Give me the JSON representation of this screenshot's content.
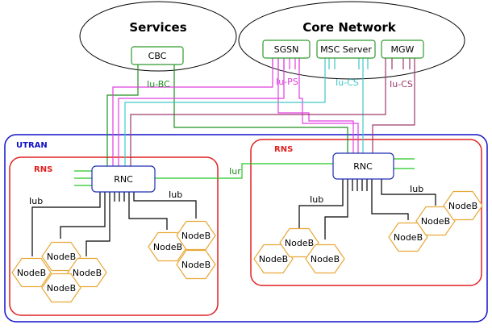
{
  "clouds": {
    "services": "Services",
    "core": "Core Network"
  },
  "nodes": {
    "cbc": "CBC",
    "sgsn": "SGSN",
    "msc": "MSC Server",
    "mgw": "MGW",
    "rnc": "RNC",
    "nodeb": "NodeB"
  },
  "regions": {
    "utran": "UTRAN",
    "rns": "RNS"
  },
  "interfaces": {
    "iu_bc": "Iu-BC",
    "iu_ps": "Iu-PS",
    "iu_cs": "Iu-CS",
    "iur": "Iur",
    "iub": "Iub"
  },
  "colors": {
    "utran_border": "#1010c8",
    "rns_border": "#e02020",
    "node_fill": "#ffffff",
    "rnc_border": "#1f2db0",
    "green_node_border": "#2f9a2f",
    "iu_bc": "#1f8f1f",
    "iu_ps": "#e040e0",
    "iu_cs_msc": "#40c8c8",
    "iu_cs_mgw": "#9a3a6a",
    "iur": "#22c822",
    "nodeb_hex": "#e8a838",
    "iub_line": "#000000"
  }
}
